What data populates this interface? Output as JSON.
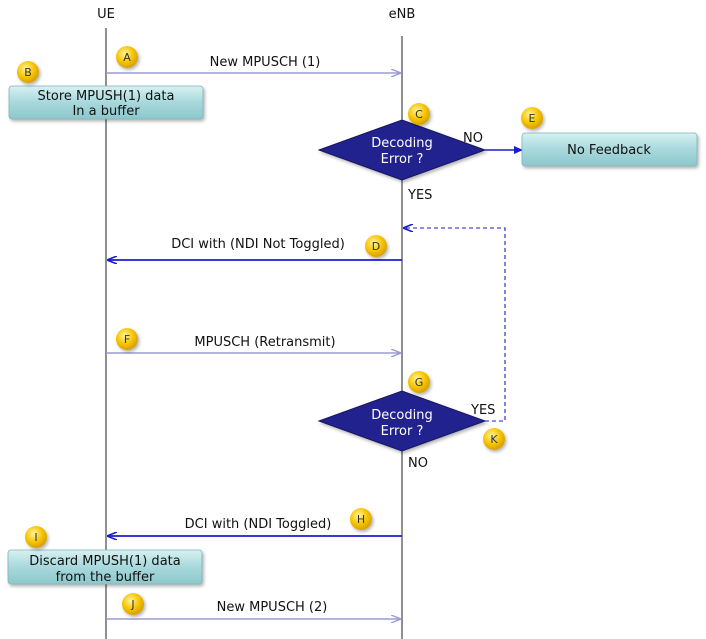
{
  "lifelines": {
    "ue": "UE",
    "enb": "eNB"
  },
  "messages": {
    "new_mpusch_1": "New MPUSCH (1)",
    "dci_not_toggled": "DCI with (NDI Not Toggled)",
    "mpusch_retransmit": "MPUSCH (Retransmit)",
    "dci_toggled": "DCI with (NDI Toggled)",
    "new_mpusch_2": "New MPUSCH (2)"
  },
  "boxes": {
    "store": [
      "Store MPUSH(1) data",
      "In a buffer"
    ],
    "no_feedback": "No Feedback",
    "discard": [
      "Discard MPUSH(1) data",
      "from the buffer"
    ]
  },
  "decisions": {
    "first": {
      "line1": "Decoding",
      "line2": "Error ?",
      "no": "NO",
      "yes": "YES"
    },
    "second": {
      "line1": "Decoding",
      "line2": "Error ?",
      "no": "NO",
      "yes": "YES"
    }
  },
  "badges": [
    "A",
    "B",
    "C",
    "D",
    "E",
    "F",
    "G",
    "H",
    "I",
    "J",
    "K"
  ],
  "colors": {
    "light_arrow": "#9b9bd6",
    "dark_arrow": "#1c1ccf",
    "diamond": "#24248f",
    "box_fill": "#a8d8dc",
    "badge": "#f7c400"
  }
}
